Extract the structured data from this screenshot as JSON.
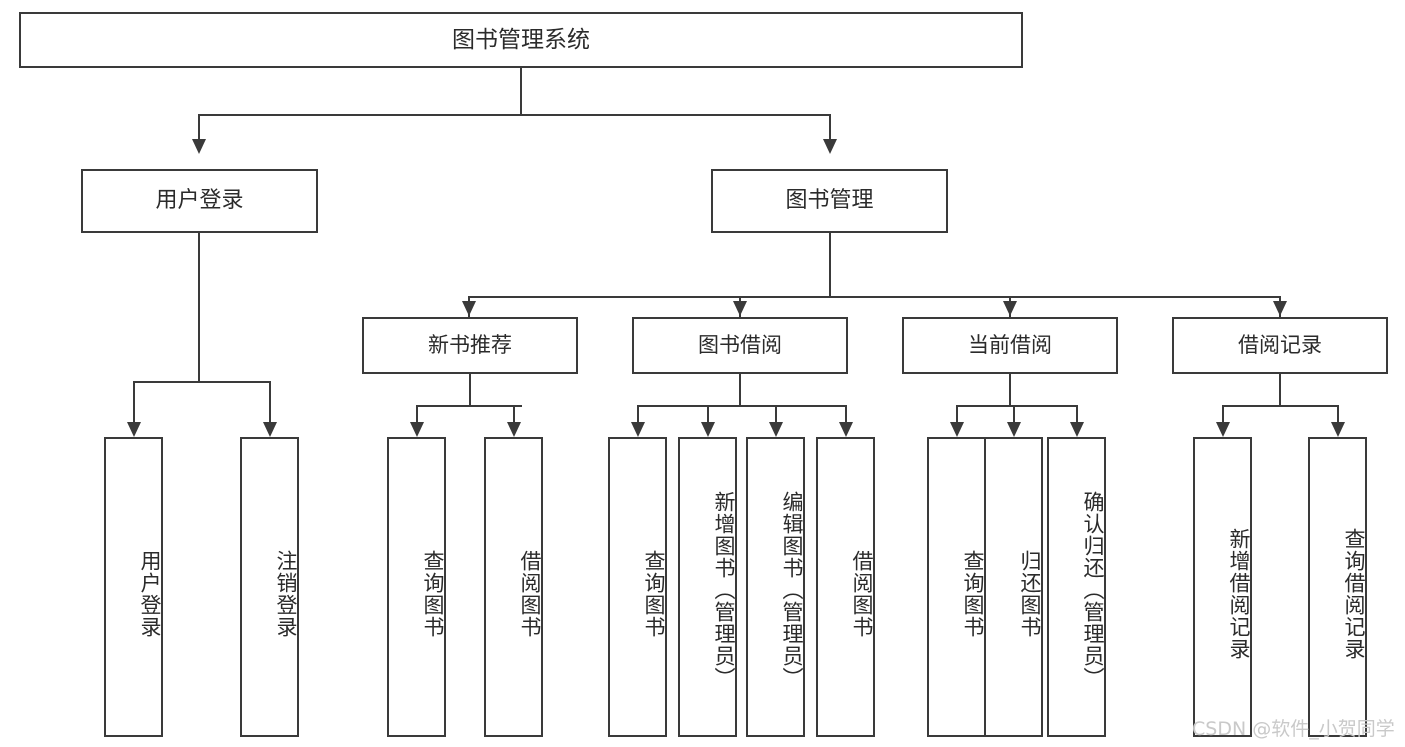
{
  "diagram": {
    "type": "tree-hierarchy-chart",
    "title": "图书管理系统",
    "root": {
      "label": "图书管理系统"
    },
    "level2": [
      {
        "id": "user-login",
        "label": "用户登录"
      },
      {
        "id": "book-management",
        "label": "图书管理"
      }
    ],
    "level3": [
      {
        "id": "new-book-recommend",
        "label": "新书推荐",
        "parent": "book-management"
      },
      {
        "id": "book-borrow",
        "label": "图书借阅",
        "parent": "book-management"
      },
      {
        "id": "current-borrow",
        "label": "当前借阅",
        "parent": "book-management"
      },
      {
        "id": "borrow-record",
        "label": "借阅记录",
        "parent": "book-management"
      }
    ],
    "leaves": [
      {
        "id": "leaf-user-login",
        "label": "用户登录",
        "parent": "user-login"
      },
      {
        "id": "leaf-logout-login",
        "label": "注销登录",
        "parent": "user-login"
      },
      {
        "id": "leaf-query-book-1",
        "label": "查询图书",
        "parent": "new-book-recommend"
      },
      {
        "id": "leaf-borrow-book-1",
        "label": "借阅图书",
        "parent": "new-book-recommend"
      },
      {
        "id": "leaf-query-book-2",
        "label": "查询图书",
        "parent": "book-borrow"
      },
      {
        "id": "leaf-add-book",
        "label": "新增图书（管理员）",
        "parent": "book-borrow"
      },
      {
        "id": "leaf-edit-book",
        "label": "编辑图书（管理员）",
        "parent": "book-borrow"
      },
      {
        "id": "leaf-borrow-book-2",
        "label": "借阅图书",
        "parent": "book-borrow"
      },
      {
        "id": "leaf-query-book-3",
        "label": "查询图书",
        "parent": "current-borrow"
      },
      {
        "id": "leaf-return-book",
        "label": "归还图书",
        "parent": "current-borrow"
      },
      {
        "id": "leaf-confirm-return",
        "label": "确认归还（管理员）",
        "parent": "current-borrow"
      },
      {
        "id": "leaf-add-record",
        "label": "新增借阅记录",
        "parent": "borrow-record"
      },
      {
        "id": "leaf-query-record",
        "label": "查询借阅记录",
        "parent": "borrow-record"
      }
    ],
    "colors": {
      "stroke": "#3a3a3a",
      "background": "#ffffff",
      "text": "#2b2b2b",
      "watermark": "#c9c9c9"
    }
  },
  "watermark": {
    "text": "CSDN @软件_小贺同学"
  }
}
